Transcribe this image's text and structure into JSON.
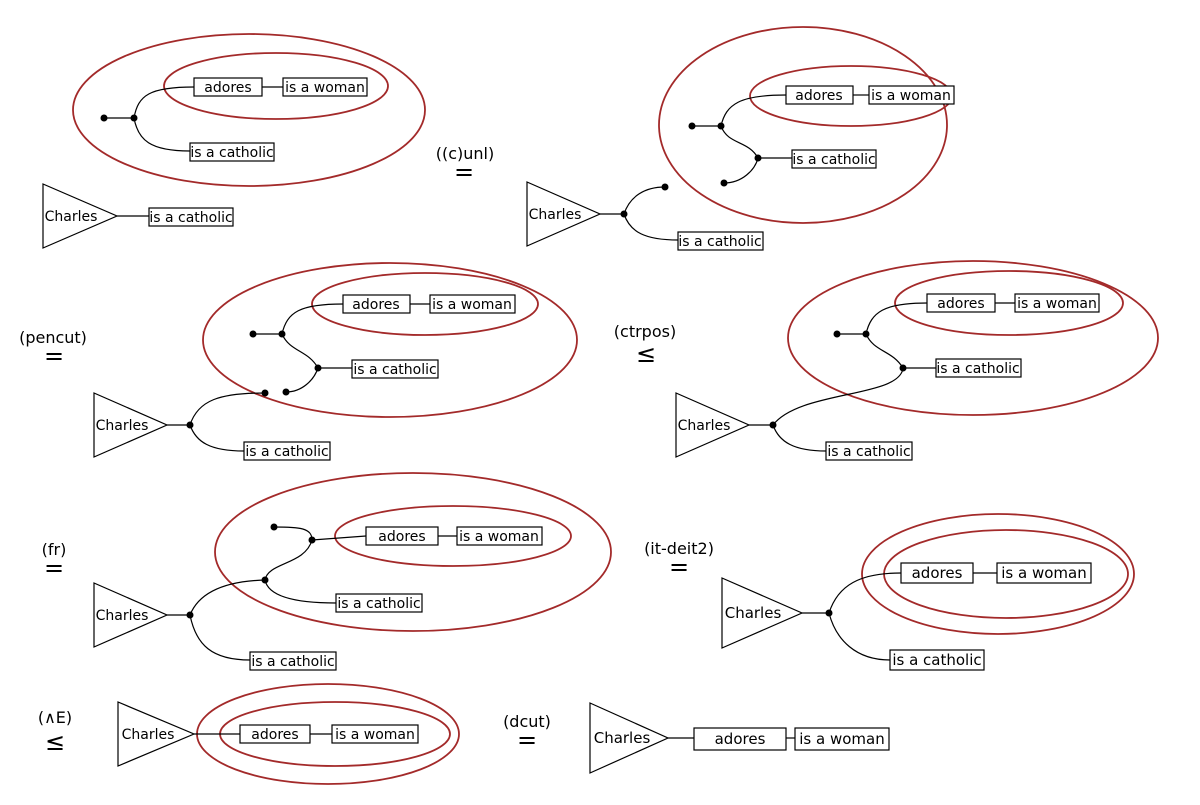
{
  "labels": {
    "adores": "adores",
    "woman": "is a woman",
    "catholic": "is a catholic",
    "charles": "Charles"
  },
  "steps": [
    {
      "rule": "((c)unl)",
      "relation": "="
    },
    {
      "rule": "(pencut)",
      "relation": "="
    },
    {
      "rule": "(ctrpos)",
      "relation": "≤"
    },
    {
      "rule": "(fr)",
      "relation": "="
    },
    {
      "rule": "(it-deit2)",
      "relation": "="
    },
    {
      "rule": "(∧E)",
      "relation": "≤"
    },
    {
      "rule": "(dcut)",
      "relation": "="
    }
  ],
  "colors": {
    "cut": "#a32a2a",
    "ink": "#000000"
  }
}
